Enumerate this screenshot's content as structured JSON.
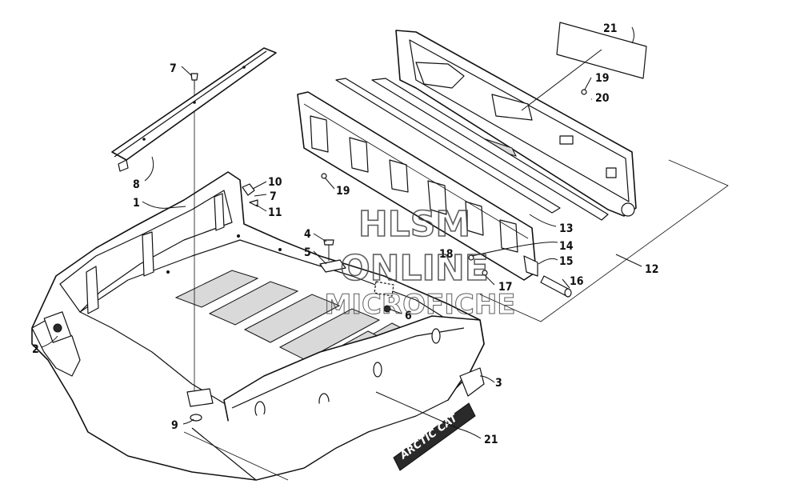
{
  "callouts": [
    {
      "id": "c1",
      "text": "1"
    },
    {
      "id": "c2",
      "text": "2"
    },
    {
      "id": "c3",
      "text": "3"
    },
    {
      "id": "c4",
      "text": "4"
    },
    {
      "id": "c5",
      "text": "5"
    },
    {
      "id": "c6",
      "text": "6"
    },
    {
      "id": "c7a",
      "text": "7"
    },
    {
      "id": "c7b",
      "text": "7"
    },
    {
      "id": "c8",
      "text": "8"
    },
    {
      "id": "c9",
      "text": "9"
    },
    {
      "id": "c10",
      "text": "10"
    },
    {
      "id": "c11",
      "text": "11"
    },
    {
      "id": "c12",
      "text": "12"
    },
    {
      "id": "c13",
      "text": "13"
    },
    {
      "id": "c14",
      "text": "14"
    },
    {
      "id": "c15",
      "text": "15"
    },
    {
      "id": "c16",
      "text": "16"
    },
    {
      "id": "c17",
      "text": "17"
    },
    {
      "id": "c18",
      "text": "18"
    },
    {
      "id": "c19a",
      "text": "19"
    },
    {
      "id": "c19b",
      "text": "19"
    },
    {
      "id": "c20",
      "text": "20"
    },
    {
      "id": "c21a",
      "text": "21"
    },
    {
      "id": "c21b",
      "text": "21"
    }
  ],
  "decal_text": "ARCTIC CAT",
  "watermark": {
    "line1": "HLSM",
    "line2": "ONLINE",
    "line3": "MICROFICHE"
  }
}
